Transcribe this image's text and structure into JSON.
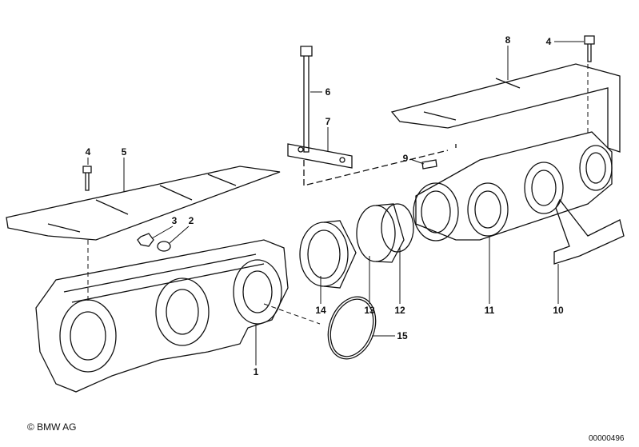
{
  "diagram": {
    "labels": [
      {
        "id": "l4a",
        "text": "4"
      },
      {
        "id": "l5",
        "text": "5"
      },
      {
        "id": "l3",
        "text": "3"
      },
      {
        "id": "l2",
        "text": "2"
      },
      {
        "id": "l6",
        "text": "6"
      },
      {
        "id": "l7",
        "text": "7"
      },
      {
        "id": "l8",
        "text": "8"
      },
      {
        "id": "l4b",
        "text": "4"
      },
      {
        "id": "l9",
        "text": "9"
      },
      {
        "id": "l14",
        "text": "14"
      },
      {
        "id": "l13",
        "text": "13"
      },
      {
        "id": "l12",
        "text": "12"
      },
      {
        "id": "l11",
        "text": "11"
      },
      {
        "id": "l10",
        "text": "10"
      },
      {
        "id": "l15",
        "text": "15"
      },
      {
        "id": "l1",
        "text": "1"
      }
    ],
    "copyright": "© BMW AG",
    "image_code": "00000496"
  }
}
